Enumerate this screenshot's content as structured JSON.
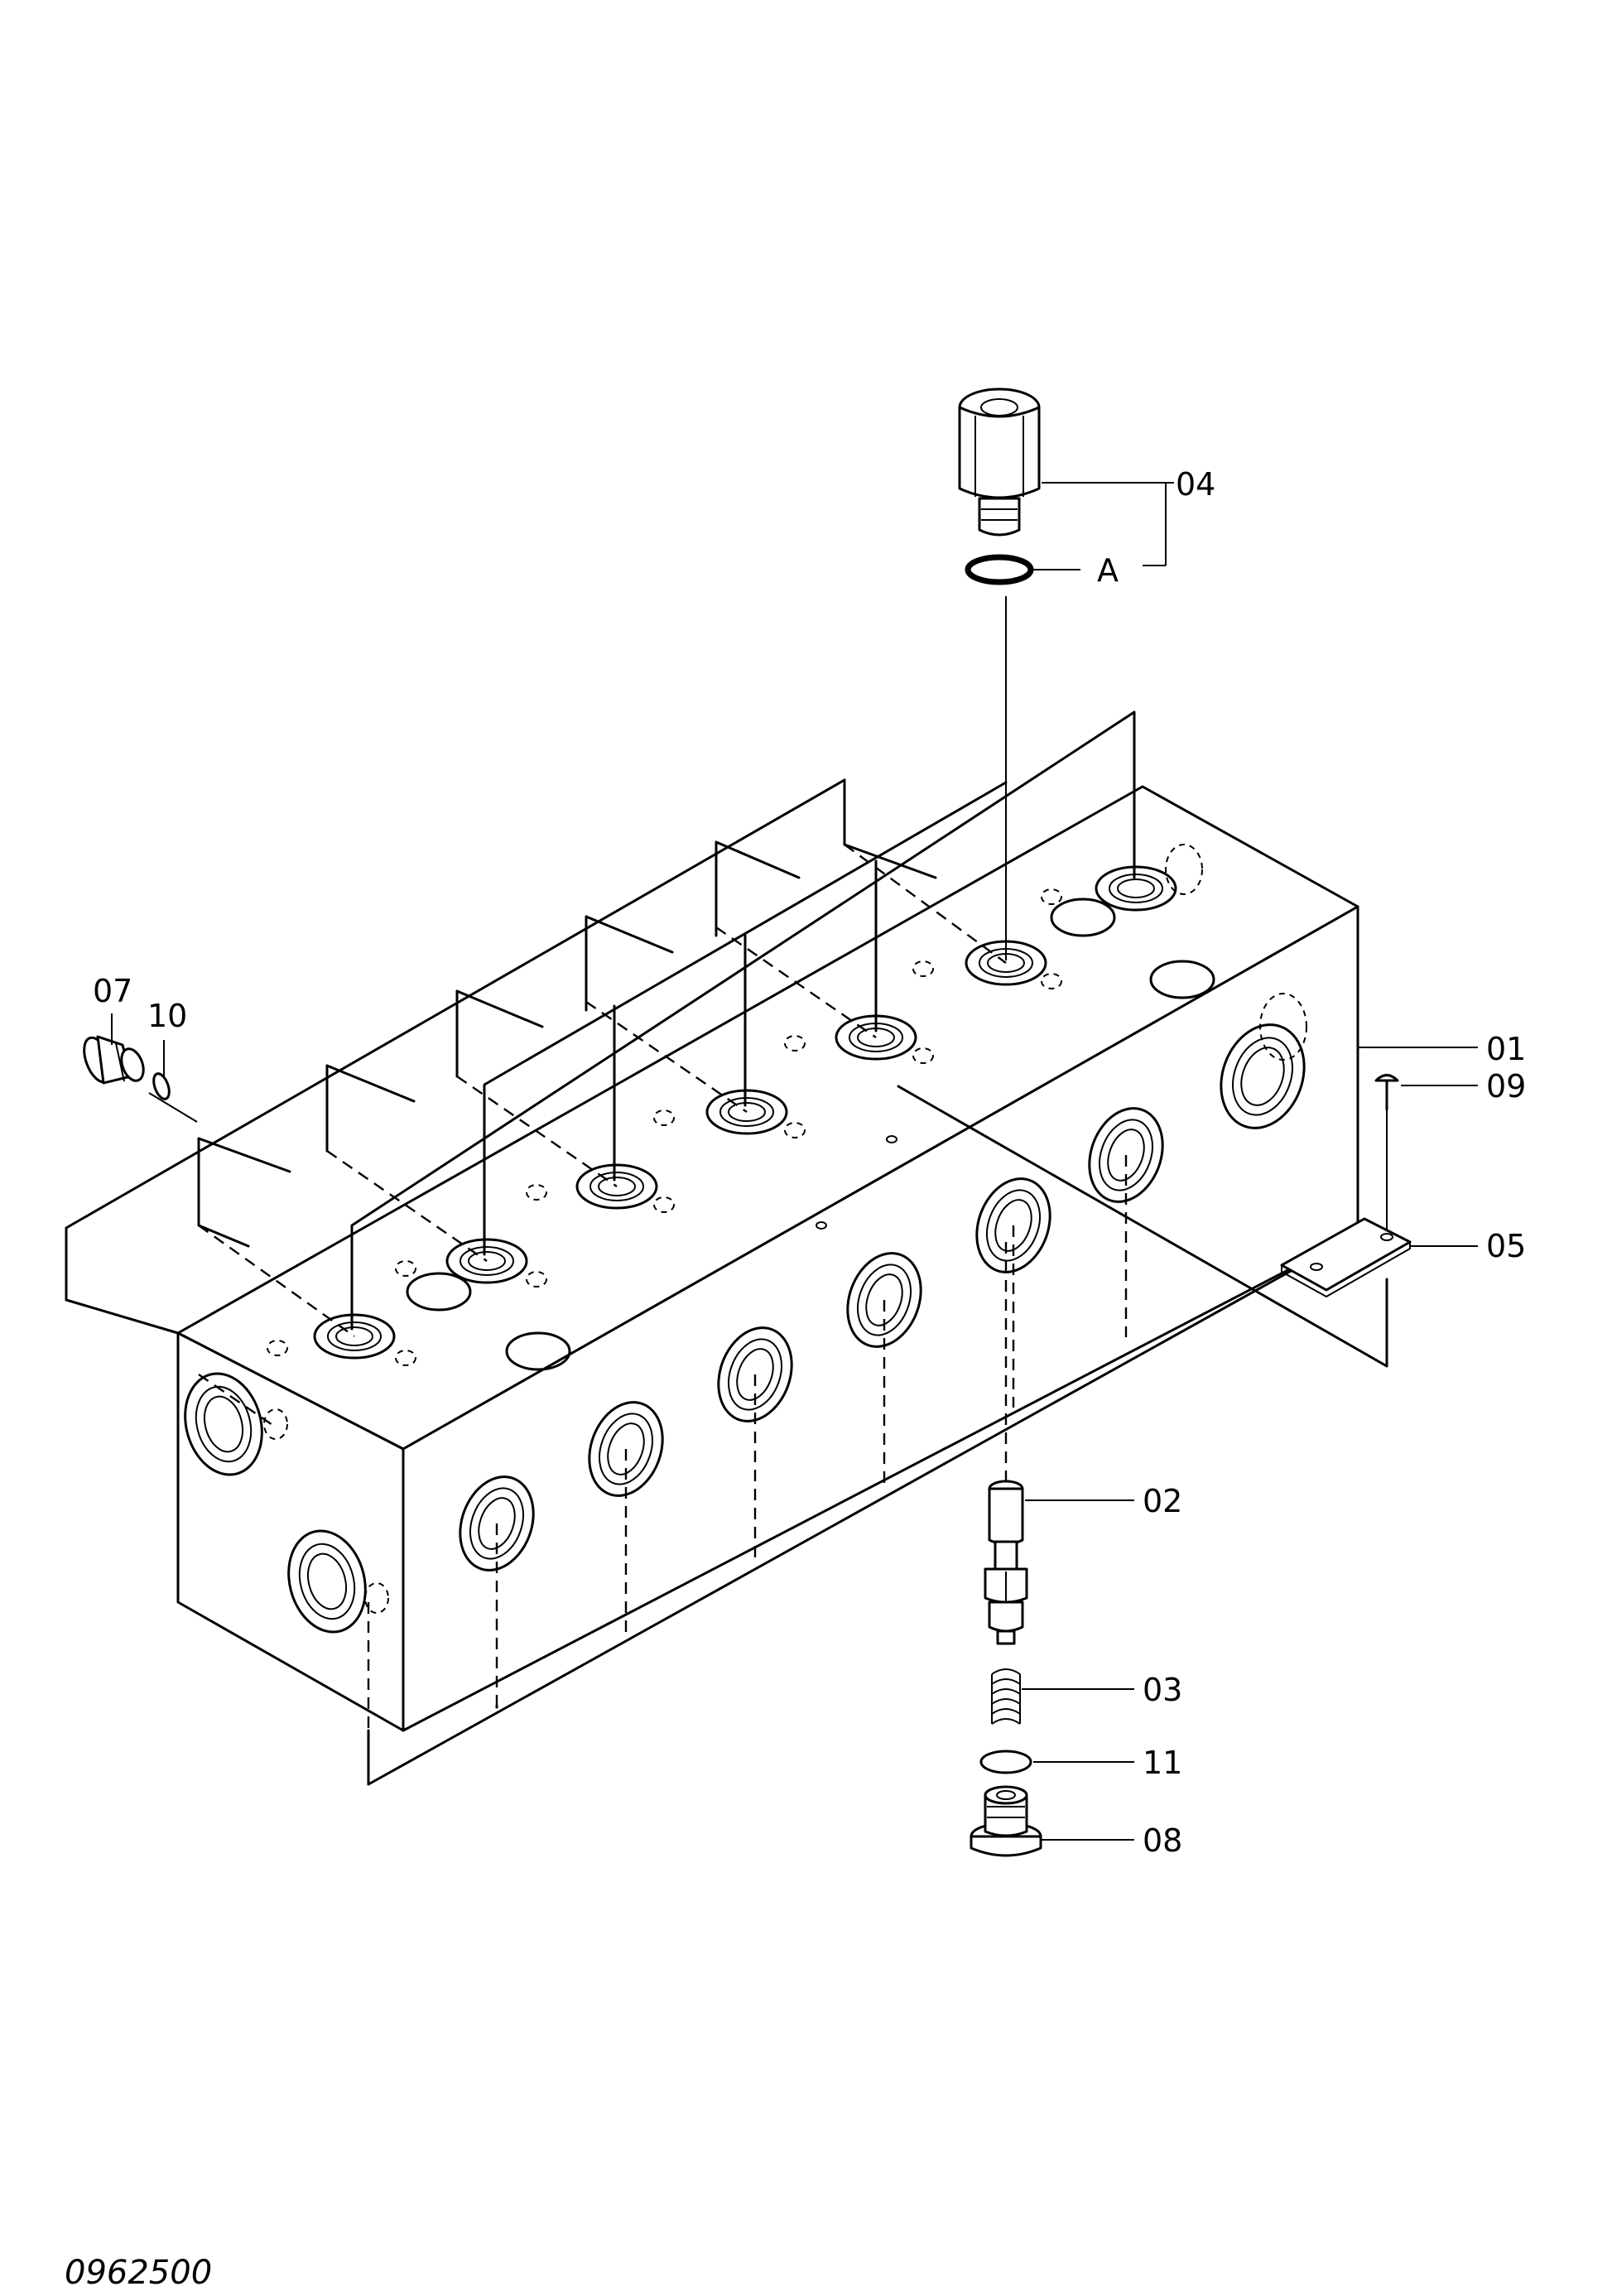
{
  "drawing_number": "0962500",
  "callouts": {
    "c01": "01",
    "c02": "02",
    "c03": "03",
    "c04": "04",
    "c05": "05",
    "c07": "07",
    "c08": "08",
    "c09": "09",
    "c10": "10",
    "c11": "11",
    "cA": "A"
  }
}
